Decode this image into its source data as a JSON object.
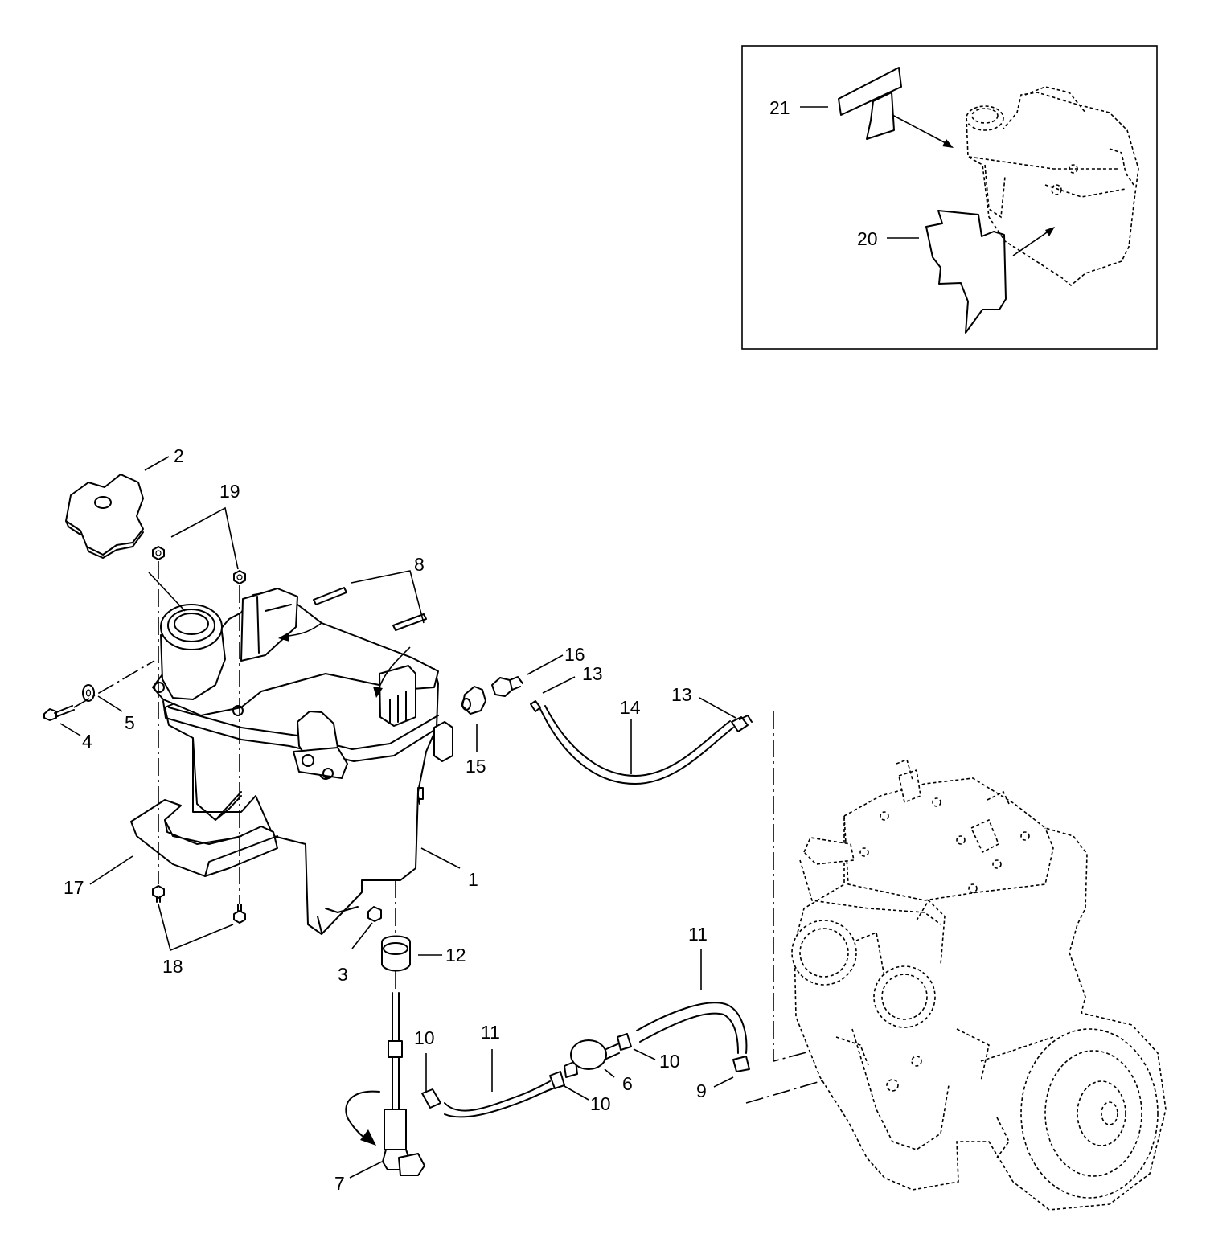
{
  "callouts": [
    {
      "id": "c1",
      "text": "1"
    },
    {
      "id": "c2",
      "text": "2"
    },
    {
      "id": "c3",
      "text": "3"
    },
    {
      "id": "c4",
      "text": "4"
    },
    {
      "id": "c5",
      "text": "5"
    },
    {
      "id": "c6",
      "text": "6"
    },
    {
      "id": "c7",
      "text": "7"
    },
    {
      "id": "c8",
      "text": "8"
    },
    {
      "id": "c9",
      "text": "9"
    },
    {
      "id": "c10a",
      "text": "10"
    },
    {
      "id": "c10b",
      "text": "10"
    },
    {
      "id": "c10c",
      "text": "10"
    },
    {
      "id": "c11a",
      "text": "11"
    },
    {
      "id": "c11b",
      "text": "11"
    },
    {
      "id": "c12",
      "text": "12"
    },
    {
      "id": "c13a",
      "text": "13"
    },
    {
      "id": "c13b",
      "text": "13"
    },
    {
      "id": "c14",
      "text": "14"
    },
    {
      "id": "c15",
      "text": "15"
    },
    {
      "id": "c16",
      "text": "16"
    },
    {
      "id": "c17",
      "text": "17"
    },
    {
      "id": "c18",
      "text": "18"
    },
    {
      "id": "c19",
      "text": "19"
    },
    {
      "id": "c20",
      "text": "20"
    },
    {
      "id": "c21",
      "text": "21"
    }
  ]
}
